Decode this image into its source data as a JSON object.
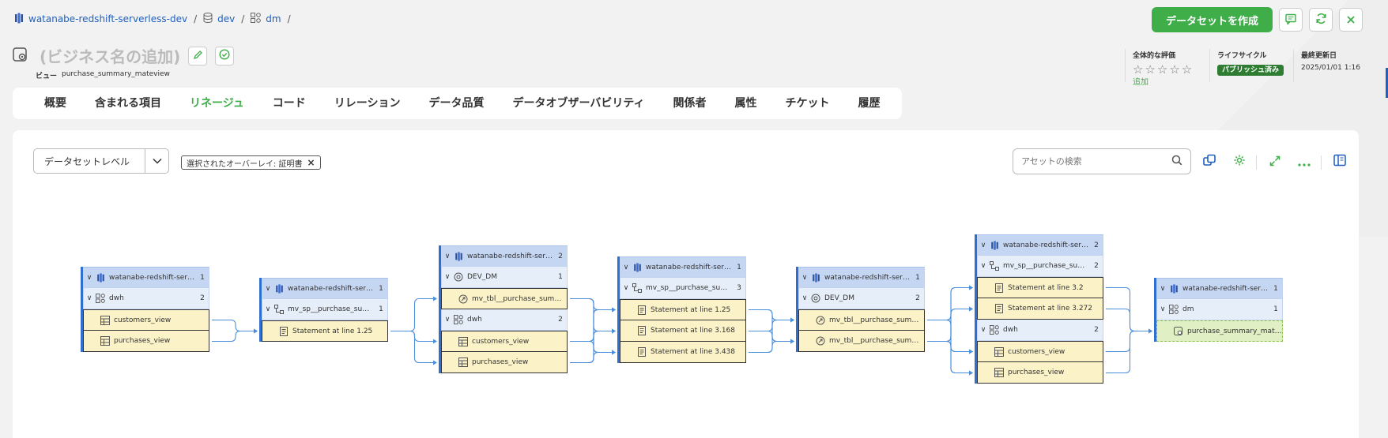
{
  "breadcrumb": [
    {
      "label": "watanabe-redshift-serverless-dev",
      "icon": "redshift-icon"
    },
    {
      "label": "dev",
      "icon": "database-icon"
    },
    {
      "label": "dm",
      "icon": "schema-icon"
    }
  ],
  "breadcrumb_sep": "/",
  "actions": {
    "create_dataset": "データセットを作成",
    "comment_icon": "comment-icon",
    "refresh_icon": "refresh-icon",
    "close_icon": "close-icon"
  },
  "title": {
    "business_name": "(ビジネス名の追加)",
    "type_label": "ビュー",
    "technical_name": "purchase_summary_mateview"
  },
  "meta": {
    "rating_label": "全体的な評価",
    "rating_value": 0,
    "rating_max": 5,
    "add_label": "追加",
    "lifecycle_label": "ライフサイクル",
    "lifecycle_value": "パブリッシュ済み",
    "updated_label": "最終更新日",
    "updated_value": "2025/01/01 1:16"
  },
  "tabs": [
    {
      "label": "概要",
      "active": false
    },
    {
      "label": "含まれる項目",
      "active": false
    },
    {
      "label": "リネージュ",
      "active": true
    },
    {
      "label": "コード",
      "active": false
    },
    {
      "label": "リレーション",
      "active": false
    },
    {
      "label": "データ品質",
      "active": false
    },
    {
      "label": "データオブザーバビリティ",
      "active": false
    },
    {
      "label": "関係者",
      "active": false
    },
    {
      "label": "属性",
      "active": false
    },
    {
      "label": "チケット",
      "active": false
    },
    {
      "label": "履歴",
      "active": false
    }
  ],
  "lineage": {
    "level_select": "データセットレベル",
    "overlay_chip": "選択されたオーバーレイ: 証明書",
    "overlay_close": "×",
    "search_placeholder": "アセットの検索",
    "colors": {
      "accent": "#3fae49",
      "node_header": "#c5d6f3",
      "node_item": "#fbf3c7",
      "edge": "#4a8fdc"
    },
    "nodes": [
      {
        "id": "n1",
        "header": "watanabe-redshift-serverless-dev",
        "count": "1",
        "groups": [
          {
            "label": "dwh",
            "count": "2",
            "icon": "schema-icon",
            "items": [
              {
                "label": "customers_view",
                "icon": "table-icon"
              },
              {
                "label": "purchases_view",
                "icon": "table-icon"
              }
            ]
          }
        ]
      },
      {
        "id": "n2",
        "header": "watanabe-redshift-serverless-dev",
        "count": "1",
        "groups": [
          {
            "label": "mv_sp__purchase_summary_mateview",
            "count": "1",
            "icon": "procedure-icon",
            "items": [
              {
                "label": "Statement at line 1.25",
                "icon": "statement-icon"
              }
            ]
          }
        ]
      },
      {
        "id": "n3",
        "header": "watanabe-redshift-serverless-dev",
        "count": "2",
        "groups": [
          {
            "label": "DEV_DM",
            "count": "1",
            "icon": "schema-at-icon",
            "items": [
              {
                "label": "mv_tbl__purchase_summary_mateview",
                "icon": "link-icon"
              }
            ]
          },
          {
            "label": "dwh",
            "count": "2",
            "icon": "schema-icon",
            "items": [
              {
                "label": "customers_view",
                "icon": "table-icon"
              },
              {
                "label": "purchases_view",
                "icon": "table-icon"
              }
            ]
          }
        ]
      },
      {
        "id": "n4",
        "header": "watanabe-redshift-serverless-dev",
        "count": "1",
        "groups": [
          {
            "label": "mv_sp__purchase_summary_mateview",
            "count": "3",
            "icon": "procedure-icon",
            "items": [
              {
                "label": "Statement at line 1.25",
                "icon": "statement-icon"
              },
              {
                "label": "Statement at line 3.168",
                "icon": "statement-icon"
              },
              {
                "label": "Statement at line 3.438",
                "icon": "statement-icon"
              }
            ]
          }
        ]
      },
      {
        "id": "n5",
        "header": "watanabe-redshift-serverless-dev",
        "count": "1",
        "groups": [
          {
            "label": "DEV_DM",
            "count": "2",
            "icon": "schema-at-icon",
            "items": [
              {
                "label": "mv_tbl__purchase_summary_mateview",
                "icon": "link-icon"
              },
              {
                "label": "mv_tbl__purchase_summary_mateview",
                "icon": "link-icon"
              }
            ]
          }
        ]
      },
      {
        "id": "n6",
        "header": "watanabe-redshift-serverless-dev",
        "count": "2",
        "groups": [
          {
            "label": "mv_sp__purchase_summary_mateview",
            "count": "2",
            "icon": "procedure-icon",
            "items": [
              {
                "label": "Statement at line 3.2",
                "icon": "statement-icon"
              },
              {
                "label": "Statement at line 3.272",
                "icon": "statement-icon"
              }
            ]
          },
          {
            "label": "dwh",
            "count": "2",
            "icon": "schema-icon",
            "items": [
              {
                "label": "customers_view",
                "icon": "table-icon"
              },
              {
                "label": "purchases_view",
                "icon": "table-icon"
              }
            ]
          }
        ]
      },
      {
        "id": "n7",
        "header": "watanabe-redshift-serverless-dev",
        "count": "1",
        "groups": [
          {
            "label": "dm",
            "count": "1",
            "icon": "schema-icon",
            "items": [
              {
                "label": "purchase_summary_mateview",
                "icon": "view-icon",
                "target": true
              }
            ]
          }
        ]
      }
    ]
  }
}
